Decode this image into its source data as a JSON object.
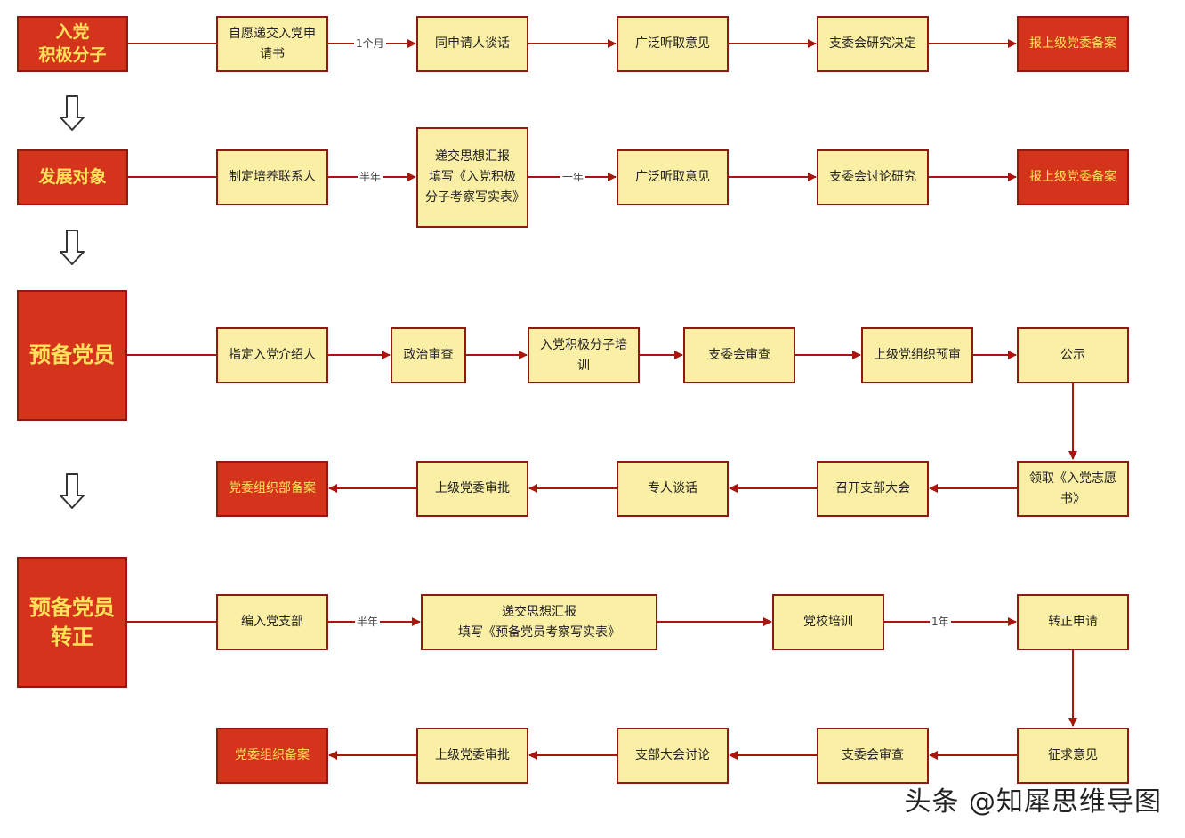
{
  "stages": {
    "activist": "入党\n积极分子",
    "development": "发展对象",
    "probationary": "预备党员",
    "conversion": "预备党员\n转正"
  },
  "row1": {
    "step1": "自愿递交入党申请书",
    "step2": "同申请人谈话",
    "step3": "广泛听取意见",
    "step4": "支委会研究决定",
    "step5": "报上级党委备案",
    "edge_label_1": "1个月"
  },
  "row2": {
    "step1": "制定培养联系人",
    "step2": "递交思想汇报\n填写《入党积极分子考察写实表》",
    "step3": "广泛听取意见",
    "step4": "支委会讨论研究",
    "step5": "报上级党委备案",
    "edge_label_1": "半年",
    "edge_label_2": "一年"
  },
  "row3": {
    "step1": "指定入党介绍人",
    "step2": "政治审查",
    "step3": "入党积极分子培训",
    "step4": "支委会审查",
    "step5": "上级党组织预审",
    "step6": "公示"
  },
  "row4": {
    "step1": "领取《入党志愿书》",
    "step2": "召开支部大会",
    "step3": "专人谈话",
    "step4": "上级党委审批",
    "step5": "党委组织部备案"
  },
  "row5": {
    "step1": "编入党支部",
    "step2": "递交思想汇报\n填写《预备党员考察写实表》",
    "step3": "党校培训",
    "step4": "转正申请",
    "edge_label_1": "半年",
    "edge_label_2": "1年"
  },
  "row6": {
    "step1": "征求意见",
    "step2": "支委会审查",
    "step3": "支部大会讨论",
    "step4": "上级党委审批",
    "step5": "党委组织备案"
  },
  "watermark": "头条 @知犀思维导图",
  "colors": {
    "stage_fill": "#d5341c",
    "stage_text": "#ffe15a",
    "box_fill": "#fbefa6",
    "border": "#8c1c10",
    "arrow": "#a8160c"
  }
}
